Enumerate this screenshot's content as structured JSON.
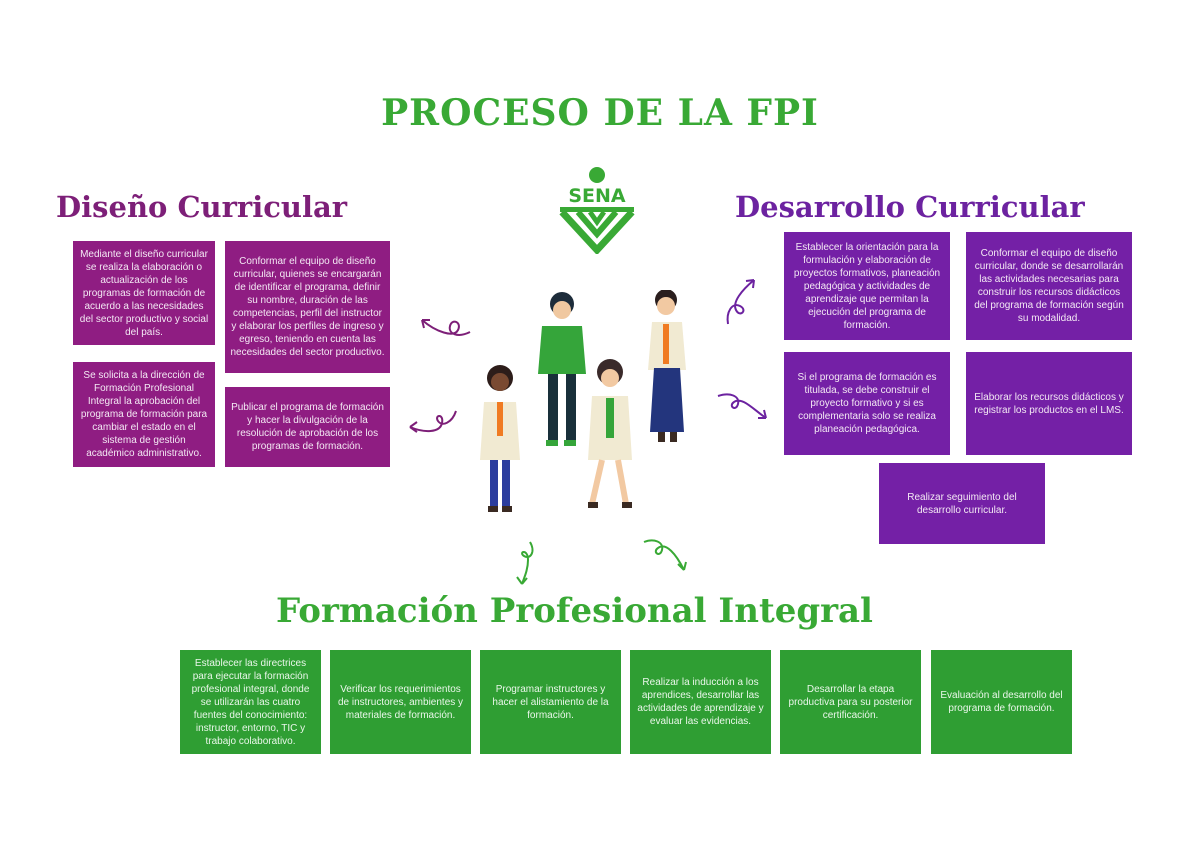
{
  "title": "PROCESO DE LA FPI",
  "logo": {
    "text": "SENA",
    "color": "#39a935"
  },
  "colors": {
    "diseno": "#8f1d82",
    "desarrollo": "#7420a6",
    "formacion": "#2f9e33",
    "title_green": "#39a935"
  },
  "diseno": {
    "title": "Diseño Curricular",
    "boxes": [
      "Mediante el diseño curricular se realiza la elaboración o actualización de los programas de formación de acuerdo a las necesidades del sector productivo y social del país.",
      "Conformar el equipo de diseño curricular, quienes se encargarán de identificar el programa, definir su nombre, duración de las competencias, perfil del instructor y elaborar los perfiles de ingreso y egreso, teniendo en cuenta las necesidades del sector productivo.",
      "Se solicita a la dirección de Formación Profesional Integral la aprobación del programa de formación para cambiar el estado en el sistema de gestión académico administrativo.",
      "Publicar el programa de formación y hacer la divulgación de la resolución de aprobación de los programas de formación."
    ]
  },
  "desarrollo": {
    "title": "Desarrollo Curricular",
    "boxes": [
      "Establecer la orientación para la formulación y elaboración de proyectos formativos, planeación pedagógica y actividades de aprendizaje que permitan la ejecución del programa de formación.",
      "Conformar el equipo de diseño curricular, donde se desarrollarán las actividades necesarias para construir los recursos didácticos del programa de formación según su modalidad.",
      "Si el programa de formación es titulada, se debe construir el proyecto formativo y si es complementaria solo se realiza planeación pedagógica.",
      "Elaborar los recursos didácticos y registrar los productos en el LMS.",
      "Realizar seguimiento del desarrollo curricular."
    ]
  },
  "formacion": {
    "title": "Formación Profesional Integral",
    "boxes": [
      "Establecer las directrices para ejecutar la formación profesional integral, donde se utilizarán las cuatro fuentes del conocimiento: instructor, entorno, TIC y trabajo colaborativo.",
      "Verificar los requerimientos de instructores, ambientes y materiales de formación.",
      "Programar instructores y hacer el alistamiento de la formación.",
      "Realizar la inducción a los aprendices, desarrollar las actividades de aprendizaje y evaluar las evidencias.",
      "Desarrollar la etapa productiva para su posterior certificación.",
      "Evaluación al desarrollo del programa de formación."
    ]
  }
}
